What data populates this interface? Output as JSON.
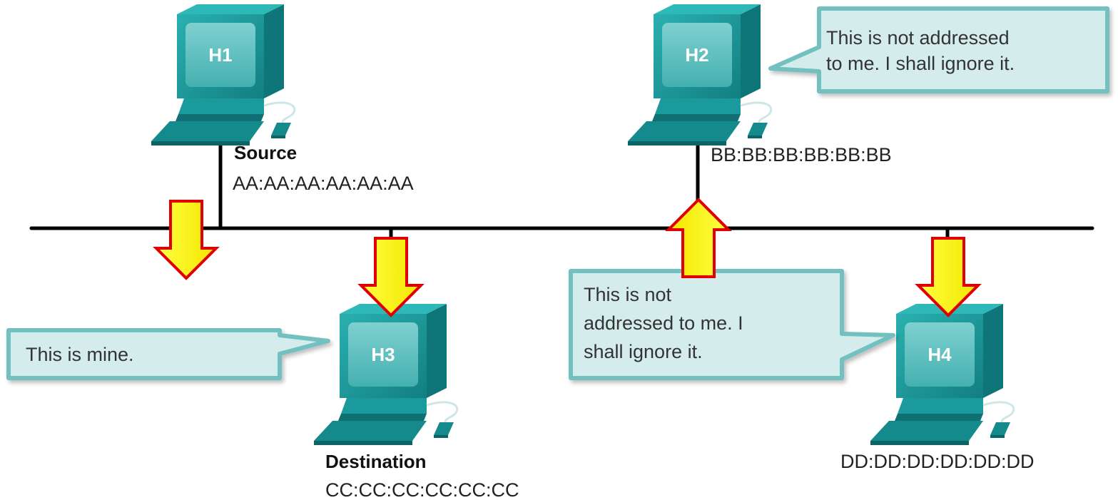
{
  "hosts": [
    {
      "id": "h1",
      "name": "H1",
      "role": "Source",
      "mac": "AA:AA:AA:AA:AA:AA"
    },
    {
      "id": "h2",
      "name": "H2",
      "role": "",
      "mac": "BB:BB:BB:BB:BB:BB"
    },
    {
      "id": "h3",
      "name": "H3",
      "role": "Destination",
      "mac": "CC:CC:CC:CC:CC:CC"
    },
    {
      "id": "h4",
      "name": "H4",
      "role": "",
      "mac": "DD:DD:DD:DD:DD:DD"
    }
  ],
  "callouts": {
    "h2": "This is not addressed to me. I shall ignore it.",
    "h2_lines": [
      "This is not addressed",
      "to me. I shall ignore it."
    ],
    "h3": "This is mine.",
    "h4_lines": [
      "This is not",
      "addressed to me. I",
      "shall ignore it."
    ]
  },
  "colors": {
    "computer": "#1a9a9a",
    "bubble_fill": "#d5ecec",
    "bubble_border": "#72c0c0",
    "arrow_fill": "#ffff00",
    "arrow_outline": "#e00000",
    "wire": "#000000"
  },
  "icons": {
    "computer": "desktop-computer-icon",
    "arrow": "frame-flow-arrow-icon"
  }
}
